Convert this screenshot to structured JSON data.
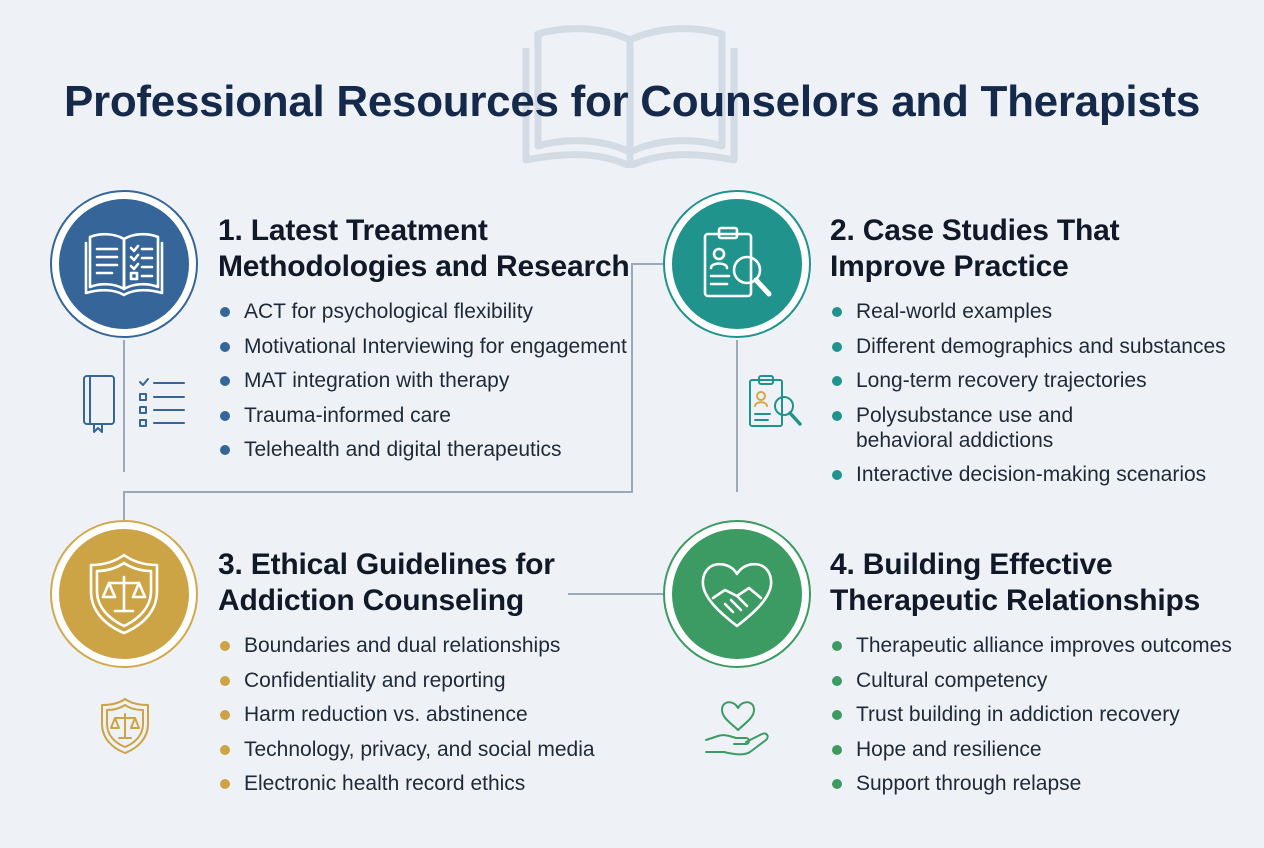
{
  "title": "Professional Resources for Counselors and Therapists",
  "colors": {
    "section1": "#356599",
    "section2": "#1f938c",
    "section3": "#cda445",
    "section4": "#3c9b63",
    "connector": "#9aa8b8"
  },
  "sections": [
    {
      "heading_line1": "1. Latest Treatment",
      "heading_line2": "Methodologies and Research",
      "icon": "open-book-checklist-icon",
      "small_icon": "book-checklist-icon",
      "items": [
        "ACT for psychological flexibility",
        "Motivational Interviewing for engagement",
        "MAT integration with therapy",
        "Trauma-informed care",
        "Telehealth and digital therapeutics"
      ]
    },
    {
      "heading_line1": "2. Case Studies That",
      "heading_line2": "Improve Practice",
      "icon": "clipboard-magnifier-icon",
      "small_icon": "clipboard-magnifier-icon",
      "items": [
        "Real-world examples",
        "Different demographics and substances",
        "Long-term recovery trajectories",
        "Polysubstance use and behavioral addictions",
        "Interactive decision-making scenarios"
      ]
    },
    {
      "heading_line1": "3. Ethical Guidelines for",
      "heading_line2": "Addiction Counseling",
      "icon": "shield-scales-icon",
      "small_icon": "shield-scales-icon",
      "items": [
        "Boundaries and dual relationships",
        "Confidentiality and reporting",
        "Harm reduction vs. abstinence",
        "Technology, privacy, and social media",
        "Electronic health record ethics"
      ]
    },
    {
      "heading_line1": "4. Building Effective",
      "heading_line2": "Therapeutic Relationships",
      "icon": "heart-handshake-icon",
      "small_icon": "hand-heart-icon",
      "items": [
        "Therapeutic alliance improves outcomes",
        "Cultural competency",
        "Trust building in addiction recovery",
        "Hope and resilience",
        "Support through relapse"
      ]
    }
  ]
}
